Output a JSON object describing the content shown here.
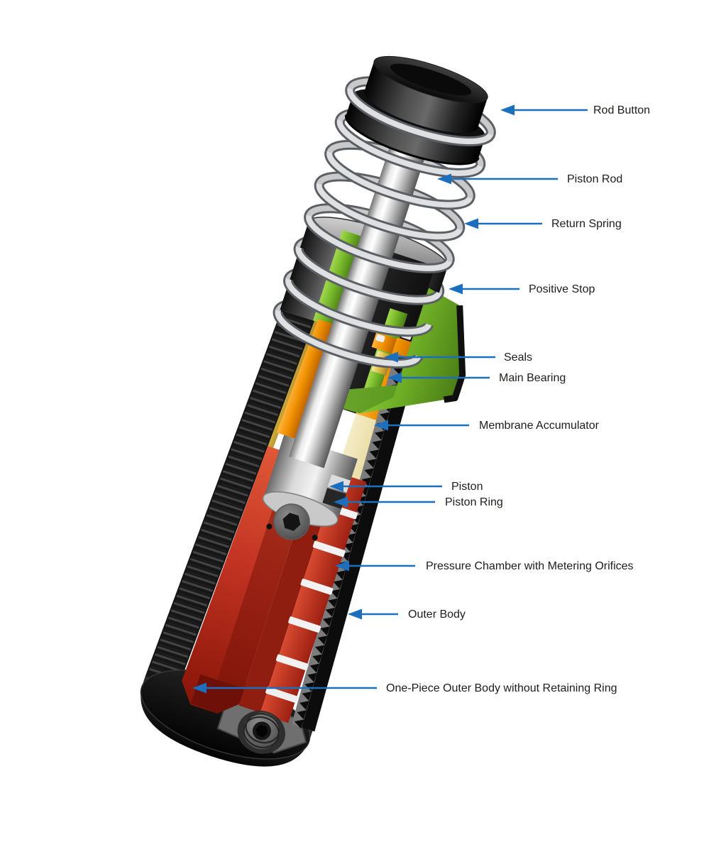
{
  "diagram": {
    "type": "annotated-illustration",
    "subject": "Industrial shock absorber cutaway diagram",
    "background": "#ffffff",
    "arrow_color": "#1b6fbd",
    "text_color": "#1d1d1b",
    "labels": [
      {
        "id": "rod-button",
        "text": "Rod Button"
      },
      {
        "id": "piston-rod",
        "text": "Piston Rod"
      },
      {
        "id": "return-spring",
        "text": "Return Spring"
      },
      {
        "id": "positive-stop",
        "text": "Positive Stop"
      },
      {
        "id": "seals",
        "text": "Seals"
      },
      {
        "id": "main-bearing",
        "text": "Main Bearing"
      },
      {
        "id": "membrane-accumulator",
        "text": "Membrane Accumulator"
      },
      {
        "id": "piston",
        "text": "Piston"
      },
      {
        "id": "piston-ring",
        "text": "Piston Ring"
      },
      {
        "id": "pressure-chamber",
        "text": "Pressure Chamber with Metering Orifices"
      },
      {
        "id": "outer-body",
        "text": "Outer Body"
      },
      {
        "id": "one-piece-outer-body",
        "text": "One-Piece Outer Body without Retaining Ring"
      }
    ],
    "part_colors": {
      "positive_stop_green": "#76b82a",
      "main_bearing_orange": "#ef9000",
      "seals_gold": "#d9b93e",
      "membrane_accumulator_cream": "#efe6bb",
      "pressure_chamber_red": "#c23322",
      "metal_silver": "#d7d9db",
      "outer_body_black": "#111111"
    }
  }
}
